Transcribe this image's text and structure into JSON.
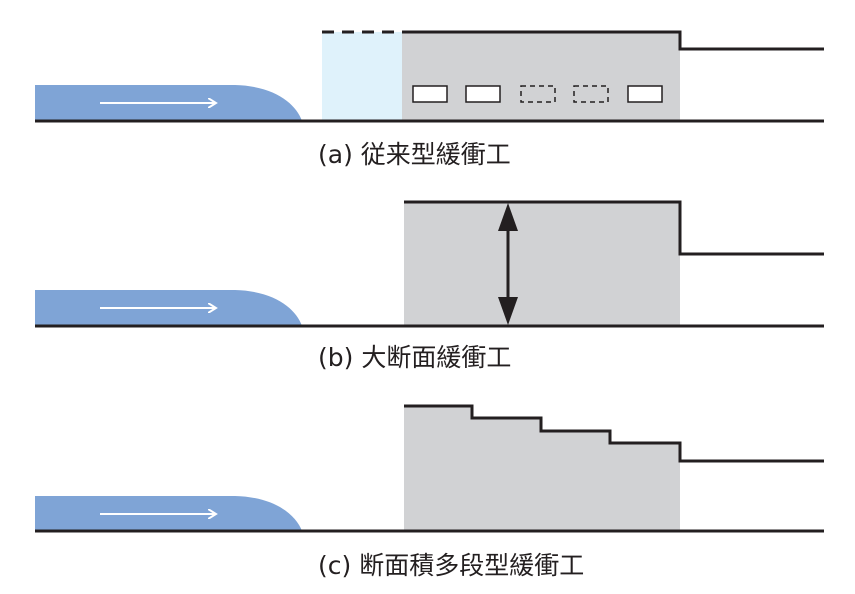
{
  "colors": {
    "train": "#7fa4d6",
    "hood": "#d1d2d4",
    "hood_extension": "#dff2fb",
    "line": "#231f20",
    "arrow": "#ffffff",
    "window": "#ffffff"
  },
  "panels": [
    {
      "id": "a",
      "caption": "(a) 従来型緩衝工",
      "features": [
        "train-nose",
        "travel-arrow",
        "extension-hood",
        "buffer-hood",
        "hood-windows",
        "tunnel-portal"
      ]
    },
    {
      "id": "b",
      "caption": "(b) 大断面緩衝工",
      "features": [
        "train-nose",
        "travel-arrow",
        "buffer-hood",
        "height-double-arrow",
        "tunnel-portal"
      ]
    },
    {
      "id": "c",
      "caption": "(c) 断面積多段型緩衝工",
      "features": [
        "train-nose",
        "travel-arrow",
        "stepped-buffer-hood",
        "tunnel-portal"
      ]
    }
  ]
}
